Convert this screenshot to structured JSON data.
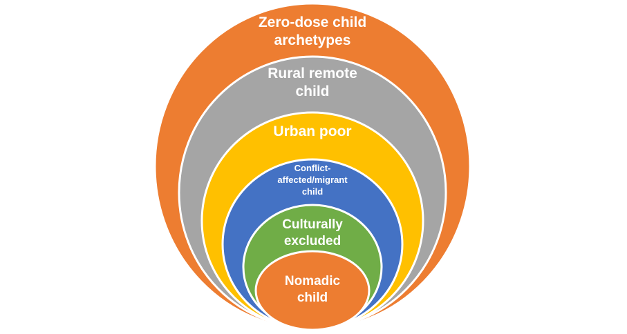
{
  "diagram": {
    "type": "nested-circles",
    "rings": [
      {
        "label": "Zero-dose child archetypes",
        "color": "#ED7D31"
      },
      {
        "label": "Rural remote child",
        "color": "#A5A5A5"
      },
      {
        "label": "Urban poor",
        "color": "#FFC000"
      },
      {
        "label": "Conflict-affected/migrant child",
        "color": "#4472C4"
      },
      {
        "label": "Culturally excluded",
        "color": "#70AD47"
      },
      {
        "label": "Nomadic child",
        "color": "#ED7D31"
      }
    ],
    "ring_border_color": "#ffffff",
    "text_color": "#ffffff"
  }
}
